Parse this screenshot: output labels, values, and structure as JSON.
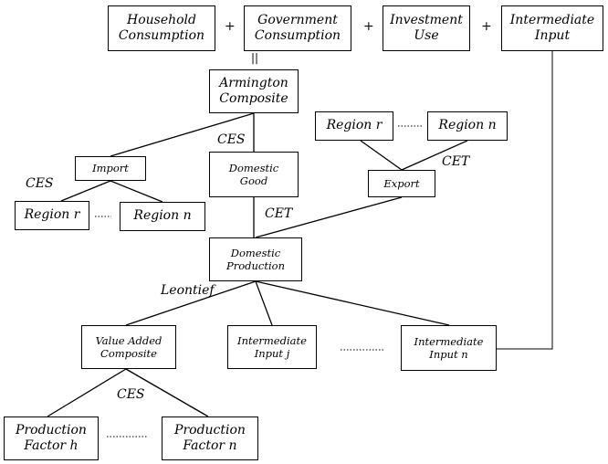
{
  "top_row": {
    "household": [
      "Household",
      "Consumption"
    ],
    "government": [
      "Government",
      "Consumption"
    ],
    "investment": [
      "Investment",
      "Use"
    ],
    "intermediate": [
      "Intermediate",
      "Input"
    ],
    "plus": "+",
    "equals": "||"
  },
  "armington": [
    "Armington",
    "Composite"
  ],
  "import_node": "Import",
  "domestic_good": [
    "Domestic",
    "Good"
  ],
  "export_node": "Export",
  "import_regions": {
    "first": "Region r",
    "last": "Region n"
  },
  "export_regions": {
    "first": "Region r",
    "last": "Region n"
  },
  "domestic_production": [
    "Domestic",
    "Production"
  ],
  "value_added": [
    "Value Added",
    "Composite"
  ],
  "intermediate_j": [
    "Intermediate",
    "Input j"
  ],
  "intermediate_n": [
    "Intermediate",
    "Input n"
  ],
  "factor_h": [
    "Production",
    "Factor h"
  ],
  "factor_n": [
    "Production",
    "Factor n"
  ],
  "labels": {
    "ces_armington": "CES",
    "ces_import": "CES",
    "cet_export": "CET",
    "cet_production": "CET",
    "leontief": "Leontief",
    "ces_value_added": "CES"
  }
}
